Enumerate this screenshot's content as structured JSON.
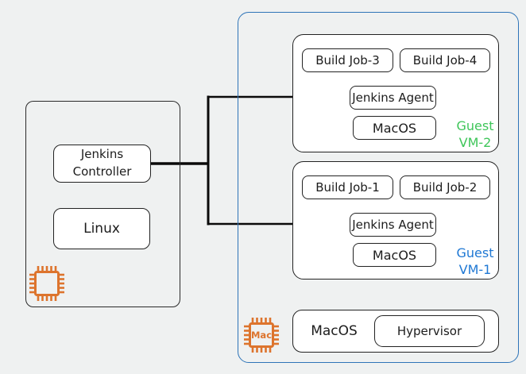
{
  "colors": {
    "background": "#eff1f1",
    "node_fill": "#ffffff",
    "node_border": "#222222",
    "mac_host_border": "#2e74b8",
    "arrow": "#000000",
    "chip_orange": "#dd742d",
    "guest_vm2_label": "#3fc65a",
    "guest_vm1_label": "#1f78d4",
    "text": "#1c1c1c"
  },
  "left_host": {
    "controller": "Jenkins Controller",
    "os": "Linux",
    "chip_icon": "cpu-chip-icon"
  },
  "vm2": {
    "label": "Guest VM-2",
    "jobs": [
      "Build Job-3",
      "Build Job-4"
    ],
    "agent": "Jenkins Agent",
    "os": "MacOS"
  },
  "vm1": {
    "label": "Guest VM-1",
    "jobs": [
      "Build Job-1",
      "Build Job-2"
    ],
    "agent": "Jenkins Agent",
    "os": "MacOS"
  },
  "mac_host": {
    "os": "MacOS",
    "hypervisor": "Hypervisor",
    "chip_label": "Mac",
    "chip_icon": "mac-chip-icon"
  }
}
